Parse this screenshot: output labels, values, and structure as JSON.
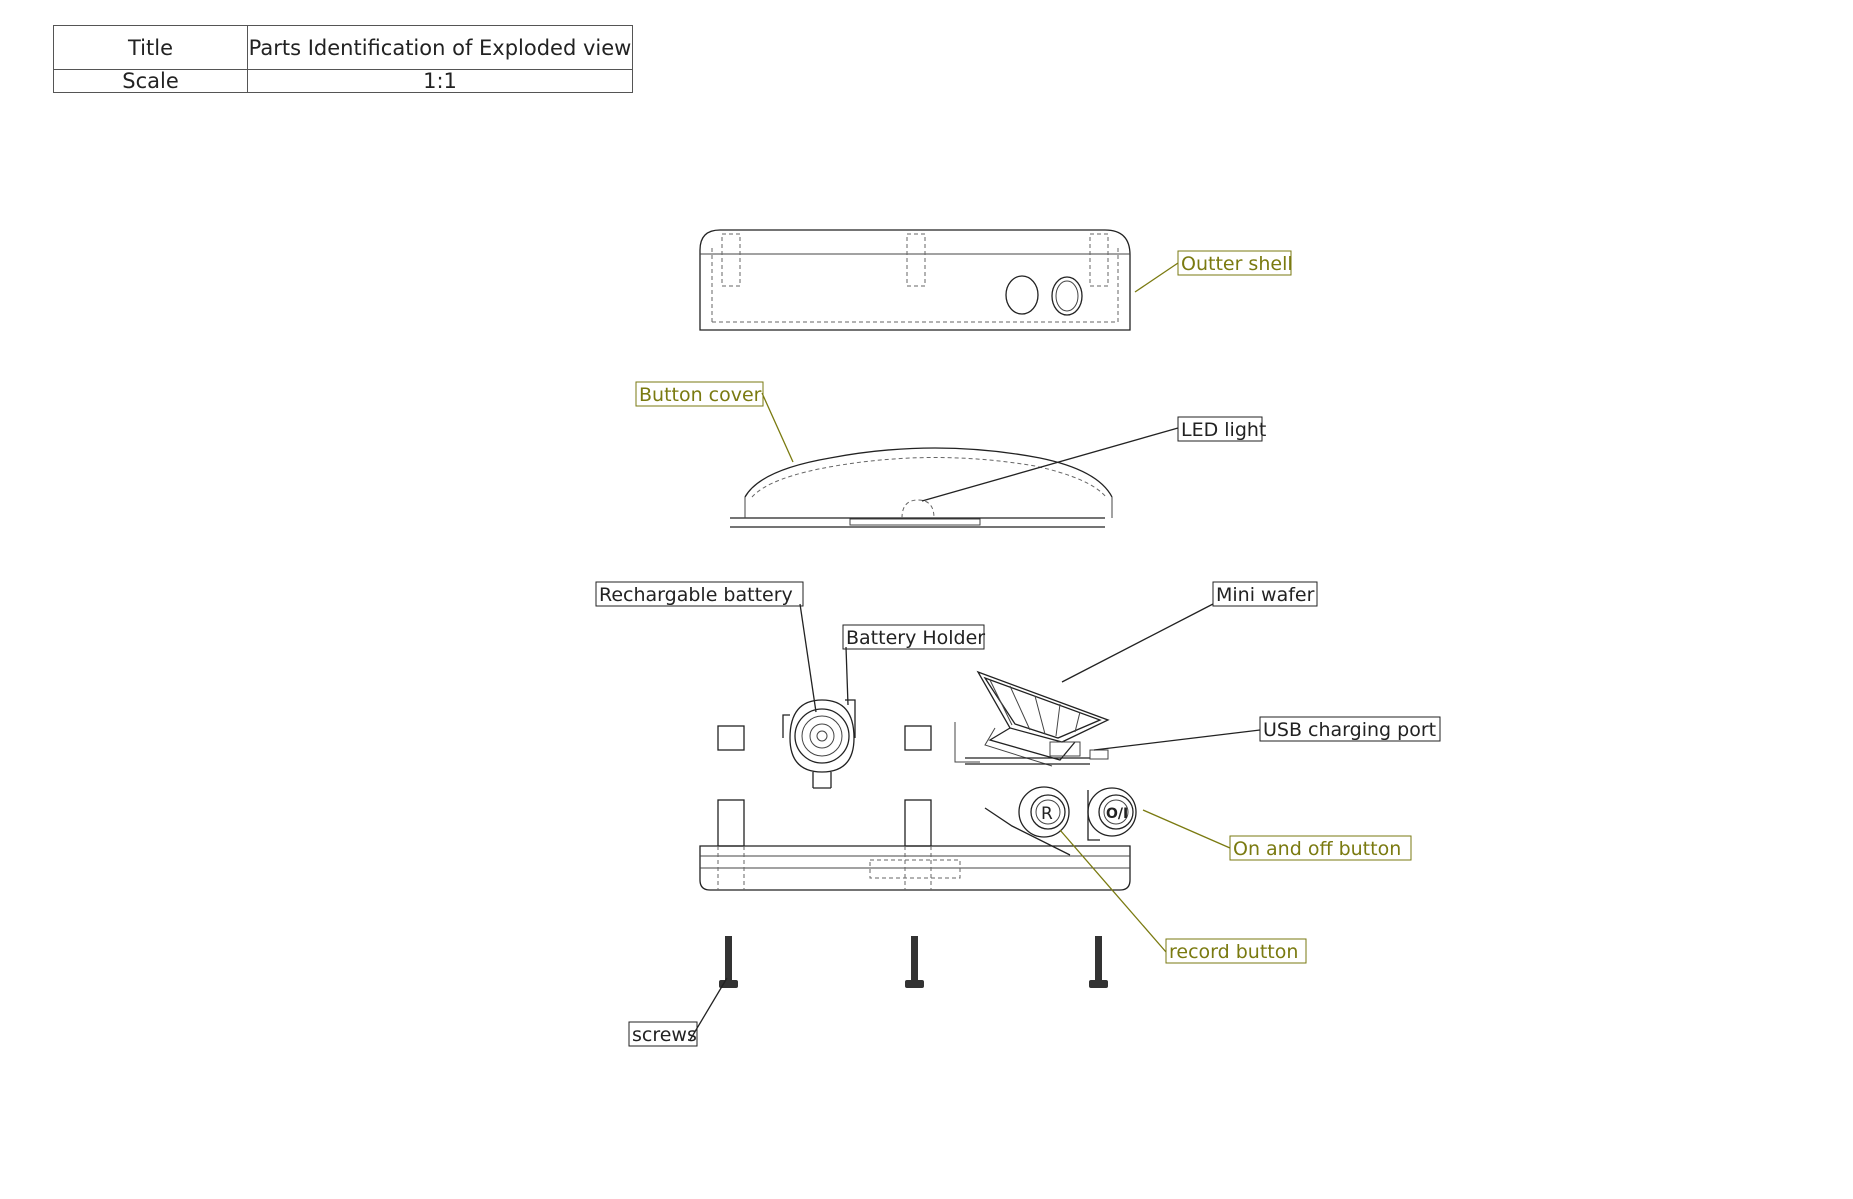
{
  "title_block": {
    "title_key": "Title",
    "title_value": "Parts Identification of Exploded view",
    "scale_key": "Scale",
    "scale_value": "1:1"
  },
  "callouts": {
    "outer_shell": "Outter shell",
    "button_cover": "Button cover",
    "led_light": "LED light",
    "rechargeable_battery": "Rechargable battery",
    "battery_holder": "Battery Holder",
    "mini_wafer": "Mini wafer",
    "usb_port": "USB charging port",
    "on_off_button": "On and off button",
    "record_button": "record button",
    "screws": "screws"
  },
  "glyphs": {
    "record": "R",
    "on_off": "O/I"
  },
  "colors": {
    "line": "#222222",
    "callout_olive": "#7a7a10",
    "callout_black": "#222222"
  }
}
